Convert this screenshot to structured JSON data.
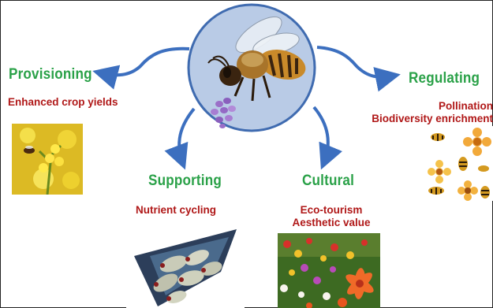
{
  "categories": {
    "provisioning": {
      "label": "Provisioning",
      "services": [
        "Enhanced crop yields"
      ]
    },
    "regulating": {
      "label": "Regulating",
      "services": [
        "Pollination",
        "Biodiversity enrichment"
      ]
    },
    "supporting": {
      "label": "Supporting",
      "services": [
        "Nutrient cycling"
      ]
    },
    "cultural": {
      "label": "Cultural",
      "services": [
        "Eco-tourism",
        "Aesthetic value"
      ]
    }
  },
  "colors": {
    "category_text": "#2aa148",
    "service_text": "#b01818",
    "arrow": "#3c6fbf",
    "center_circle": "#b9cbe6",
    "center_circle_border": "#3f6bb0"
  },
  "icons": {
    "center": "honeybee-on-lavender",
    "provisioning": "bee-on-rapeseed-flower",
    "regulating": "bees-and-flowers-collage",
    "supporting": "larvae-decomposing",
    "cultural": "wildflower-meadow"
  }
}
